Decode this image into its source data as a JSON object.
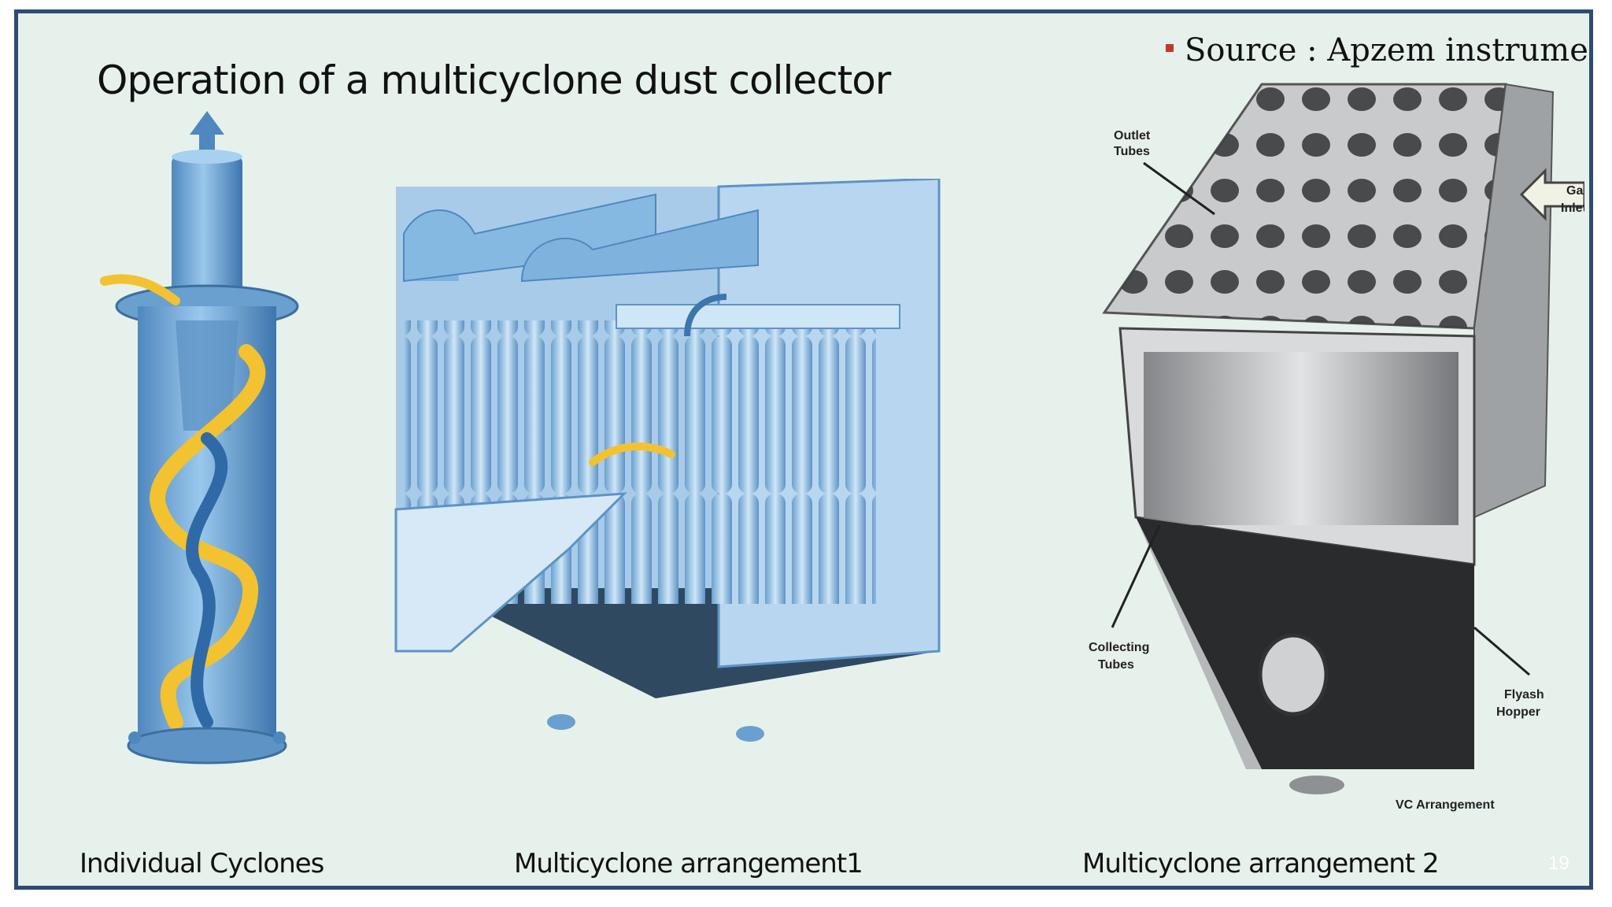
{
  "slide": {
    "title": "Operation of a multicyclone dust collector",
    "source": "Source : Apzem instrument",
    "page_number": "19"
  },
  "figures": {
    "individual": {
      "caption": "Individual Cyclones"
    },
    "arrangement1": {
      "caption": "Multicyclone arrangement1"
    },
    "arrangement2": {
      "caption": "Multicyclone arrangement 2",
      "labels": {
        "outlet_line1": "Outlet",
        "outlet_line2": "Tubes",
        "gas_line1": "Gas",
        "gas_line2": "Inlet",
        "collecting_line1": "Collecting",
        "collecting_line2": "Tubes",
        "flyash_line1": "Flyash",
        "flyash_line2": "Hopper",
        "vc": "VC Arrangement"
      }
    }
  },
  "colors": {
    "frame": "#2f4a77",
    "background": "#e6f1ec",
    "cyclone_blue": "#7fb3de",
    "swirl_yellow": "#f2c230",
    "bullet_red": "#c0392b"
  }
}
